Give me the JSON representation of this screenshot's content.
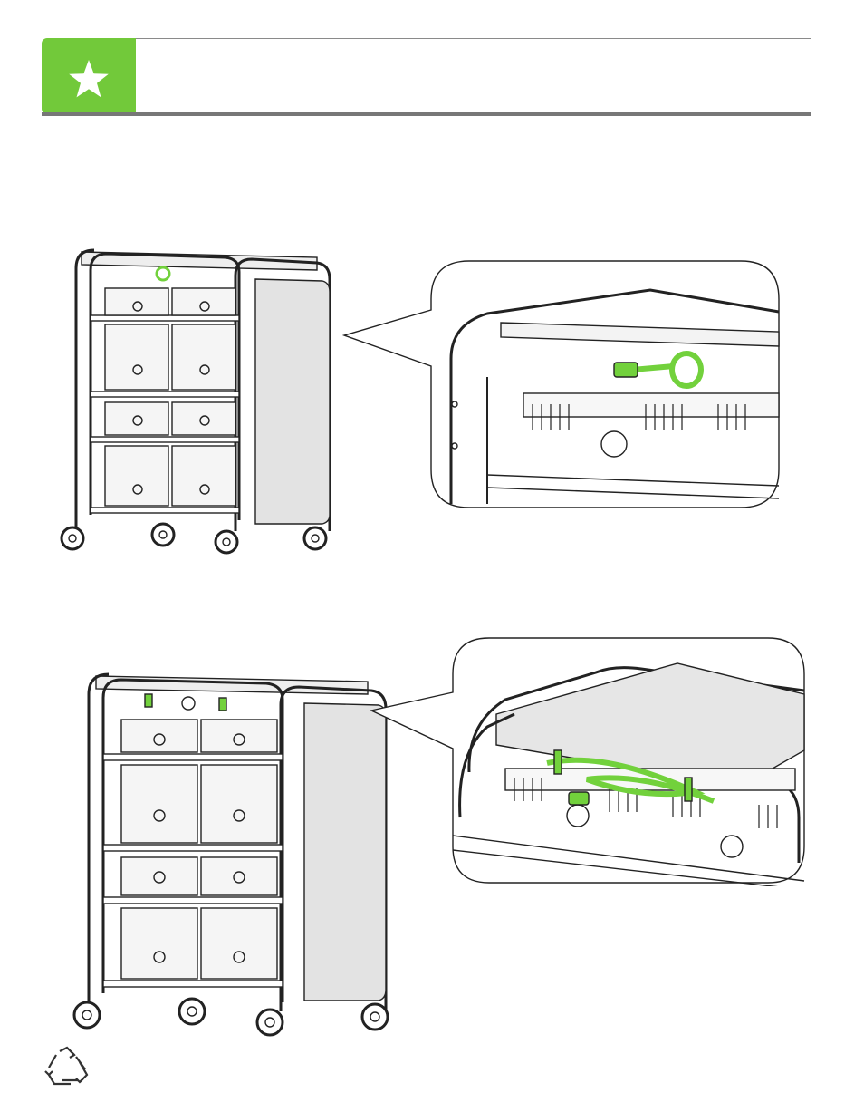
{
  "page": {
    "accent_color": "#72c93a",
    "line_color": "#222222",
    "panel_fill": "#e3e3e3",
    "cord_color": "#72d13c"
  },
  "header": {
    "badge_icon": "star-icon",
    "badge_color": "#72c93a"
  },
  "figures": [
    {
      "name": "cart-figure-1",
      "detail": "callout-detail-1",
      "icon": "cart-illustration"
    },
    {
      "name": "cart-figure-2",
      "detail": "callout-detail-2",
      "icon": "cart-illustration"
    }
  ],
  "footer": {
    "icon": "recycle-icon"
  }
}
